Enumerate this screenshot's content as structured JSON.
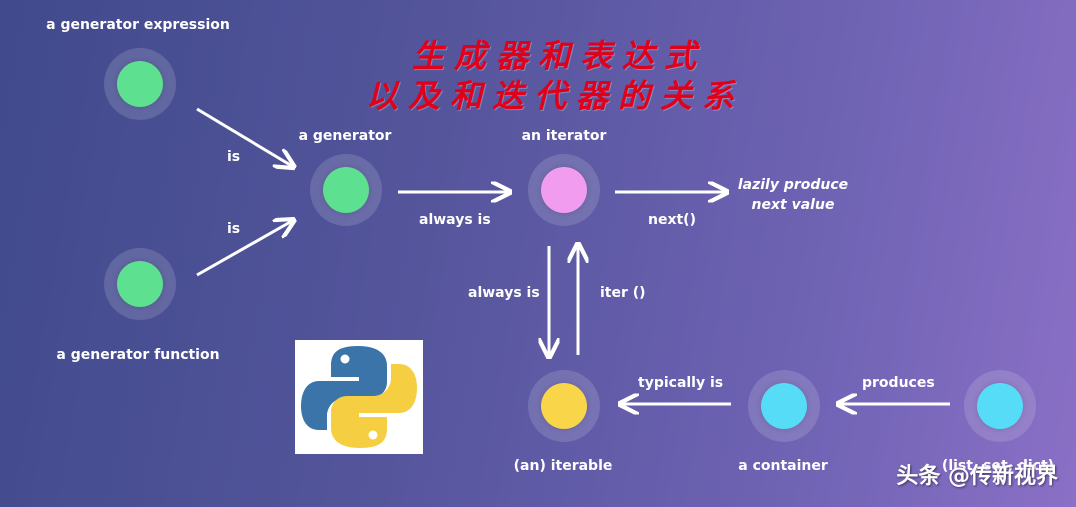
{
  "title": {
    "line1": "生成器和表达式",
    "line2": "以及和迭代器的关系",
    "color": "#e1001a"
  },
  "nodes": {
    "generator_expression": {
      "label": "a generator expression",
      "color": "#5de08f"
    },
    "generator_function": {
      "label": "a generator function",
      "color": "#5de08f"
    },
    "generator": {
      "label": "a generator",
      "color": "#5de08f"
    },
    "iterator": {
      "label": "an iterator",
      "color": "#f29cf0"
    },
    "iterable": {
      "label": "(an) iterable",
      "color": "#f9d54a"
    },
    "container": {
      "label": "a container",
      "color": "#56dcf6"
    },
    "list_set_dict": {
      "label": "(list, set, dict)",
      "color": "#56dcf6"
    }
  },
  "edges": {
    "expr_is": "is",
    "func_is": "is",
    "always_is_top": "always is",
    "next": "next()",
    "lazily_line1": "lazily produce",
    "lazily_line2": "next value",
    "always_is_vertical": "always is",
    "iter": "iter ()",
    "typically_is": "typically is",
    "produces": "produces"
  },
  "logo": {
    "icon": "python-logo",
    "colors": {
      "blue": "#3a74a8",
      "yellow": "#f6ce41"
    }
  },
  "watermark": "头条 @传新视界"
}
